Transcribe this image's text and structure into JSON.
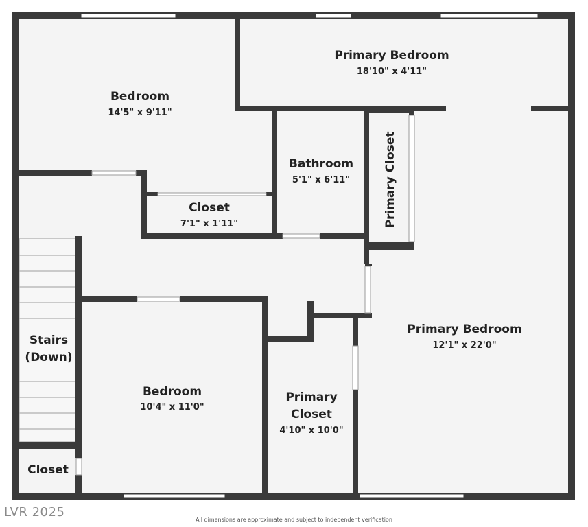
{
  "colors": {
    "wall": "#3a3a3a",
    "floor": "#f4f4f4",
    "window": "#ffffff",
    "text": "#222222"
  },
  "rooms": {
    "bedroom_top": {
      "name": "Bedroom",
      "dims": "14'5\" x 9'11\""
    },
    "primary_bedroom_top": {
      "name": "Primary Bedroom",
      "dims": "18'10\" x 4'11\""
    },
    "bathroom": {
      "name": "Bathroom",
      "dims": "5'1\" x 6'11\""
    },
    "primary_closet_vertical": {
      "name": "Primary Closet"
    },
    "closet_mid": {
      "name": "Closet",
      "dims": "7'1\" x 1'11\""
    },
    "stairs": {
      "name_line1": "Stairs",
      "name_line2": "(Down)"
    },
    "closet_bottom": {
      "name": "Closet"
    },
    "bedroom_bottom": {
      "name": "Bedroom",
      "dims": "10'4\" x 11'0\""
    },
    "primary_closet_bottom": {
      "name_line1": "Primary",
      "name_line2": "Closet",
      "dims": "4'10\" x 10'0\""
    },
    "primary_bedroom_main": {
      "name": "Primary Bedroom",
      "dims": "12'1\" x 22'0\""
    }
  },
  "watermark": "LVR 2025",
  "disclaimer": "All dimensions are approximate and subject to independent verification"
}
